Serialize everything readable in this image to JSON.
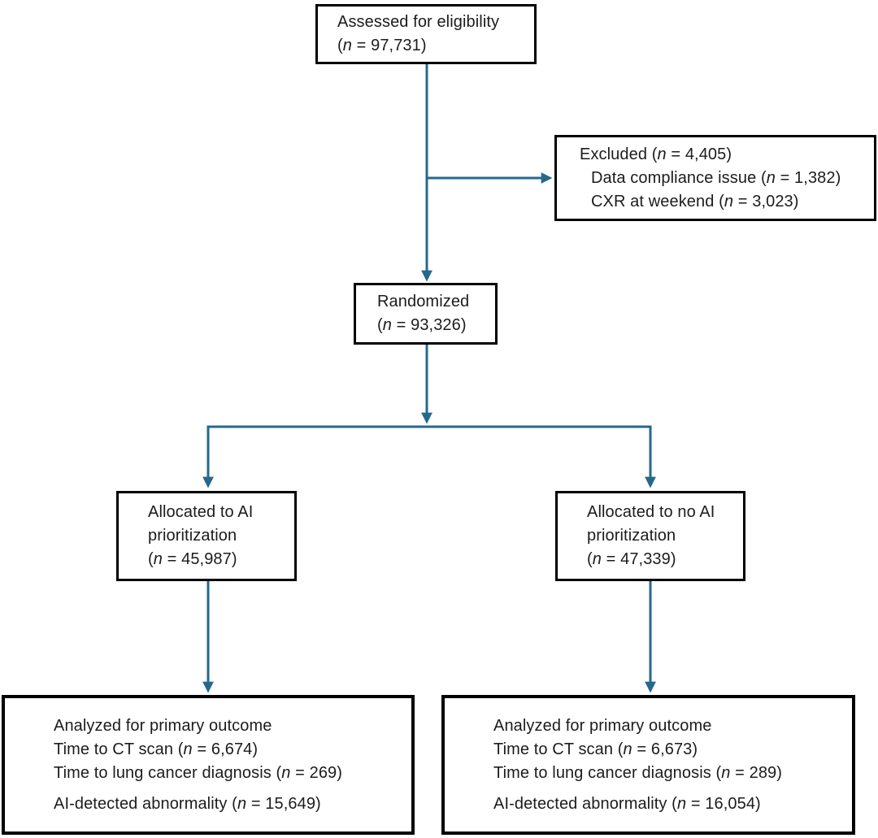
{
  "colors": {
    "arrow": "#24698c",
    "box_border": "#000000",
    "text": "#1c1c1c",
    "background": "#ffffff"
  },
  "diagram": {
    "assessed": {
      "lines": [
        "Assessed for eligibility",
        "(n = 97,731)"
      ]
    },
    "excluded": {
      "lines": [
        "Excluded (n = 4,405)",
        "Data compliance issue (n = 1,382)",
        "CXR at weekend (n = 3,023)"
      ]
    },
    "randomized": {
      "lines": [
        "Randomized",
        "(n = 93,326)"
      ]
    },
    "allocated_ai": {
      "lines": [
        "Allocated to AI",
        "prioritization",
        "(n = 45,987)"
      ]
    },
    "allocated_no_ai": {
      "lines": [
        "Allocated to no AI",
        "prioritization",
        "(n = 47,339)"
      ]
    },
    "analyzed_ai": {
      "lines": [
        "Analyzed for primary outcome",
        "Time to CT scan (n = 6,674)",
        "Time to lung cancer diagnosis (n = 269)",
        "AI-detected abnormality (n = 15,649)"
      ]
    },
    "analyzed_no_ai": {
      "lines": [
        "Analyzed for primary outcome",
        "Time to CT scan (n = 6,673)",
        "Time to lung cancer diagnosis (n = 289)",
        "AI-detected abnormality (n = 16,054)"
      ]
    }
  }
}
